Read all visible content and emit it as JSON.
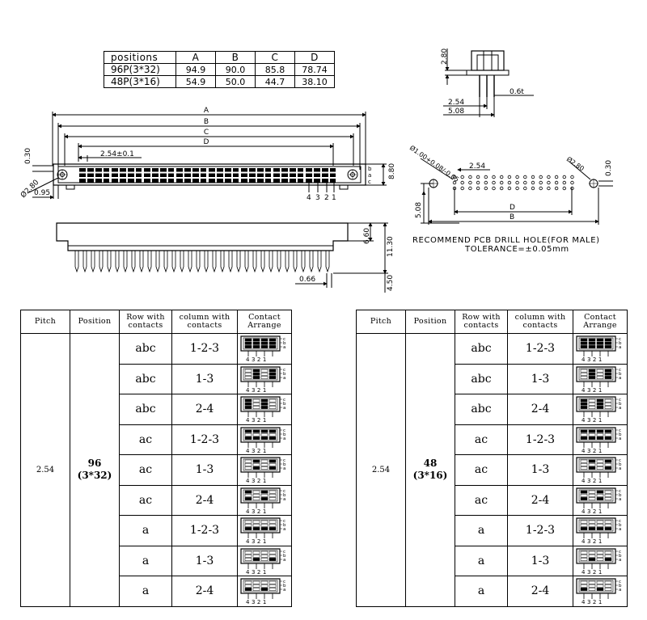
{
  "dimension_table": {
    "header": [
      "positions",
      "A",
      "B",
      "C",
      "D"
    ],
    "rows": [
      {
        "label": "96P(3*32)",
        "values": [
          "94.9",
          "90.0",
          "85.8",
          "78.74"
        ]
      },
      {
        "label": "48P(3*16)",
        "values": [
          "54.9",
          "50.0",
          "44.7",
          "38.10"
        ]
      }
    ]
  },
  "front_view": {
    "labels": {
      "a": "A",
      "b": "B",
      "c": "C",
      "d": "D"
    },
    "pitch": "2.54±0.1",
    "dim_030": "0.30",
    "dim_280": "Ø2.80",
    "dim_095": "0.95",
    "dim_880": "8.80",
    "row_letters": [
      "b",
      "a",
      "c"
    ],
    "pin_numbers": [
      "4",
      "3",
      "2",
      "1"
    ]
  },
  "side_view": {
    "dim_280": "2.80",
    "dim_254": "2.54",
    "dim_508": "5.08",
    "dim_06": "0.6t"
  },
  "pcb_view": {
    "hole_small": "Ø1.00+0.08/-0.05",
    "pitch": "2.54",
    "hole_large": "Ø2.80",
    "dim_030": "0.30",
    "dim_508": "5.08",
    "d": "D",
    "b": "B",
    "note_line1": "RECOMMEND PCB DRILL HOLE(FOR MALE)",
    "note_line2": "TOLERANCE=±0.05mm"
  },
  "bottom_view": {
    "dim_660": "6.60",
    "dim_1130": "11.30",
    "dim_066": "0.66",
    "dim_450": "4.50"
  },
  "spec_tables": [
    {
      "headers": [
        "Pitch",
        "Position",
        "Row with contacts",
        "column with contacts",
        "Contact Arrange"
      ],
      "pitch": "2.54",
      "position_line1": "96",
      "position_line2": "(3*32)",
      "rows": [
        {
          "rows": "abc",
          "cols": "1-2-3"
        },
        {
          "rows": "abc",
          "cols": "1-3"
        },
        {
          "rows": "abc",
          "cols": "2-4"
        },
        {
          "rows": "ac",
          "cols": "1-2-3"
        },
        {
          "rows": "ac",
          "cols": "1-3"
        },
        {
          "rows": "ac",
          "cols": "2-4"
        },
        {
          "rows": "a",
          "cols": "1-2-3"
        },
        {
          "rows": "a",
          "cols": "1-3"
        },
        {
          "rows": "a",
          "cols": "2-4"
        }
      ]
    },
    {
      "headers": [
        "Pitch",
        "Position",
        "Row with contacts",
        "column with contacts",
        "Contact Arrange"
      ],
      "pitch": "2.54",
      "position_line1": "48",
      "position_line2": "(3*16)",
      "rows": [
        {
          "rows": "abc",
          "cols": "1-2-3"
        },
        {
          "rows": "abc",
          "cols": "1-3"
        },
        {
          "rows": "abc",
          "cols": "2-4"
        },
        {
          "rows": "ac",
          "cols": "1-2-3"
        },
        {
          "rows": "ac",
          "cols": "1-3"
        },
        {
          "rows": "ac",
          "cols": "2-4"
        },
        {
          "rows": "a",
          "cols": "1-2-3"
        },
        {
          "rows": "a",
          "cols": "1-3"
        },
        {
          "rows": "a",
          "cols": "2-4"
        }
      ]
    }
  ],
  "arrange_icon": {
    "row_letters": [
      "c",
      "b",
      "a"
    ],
    "pin_numbers": "4321"
  }
}
